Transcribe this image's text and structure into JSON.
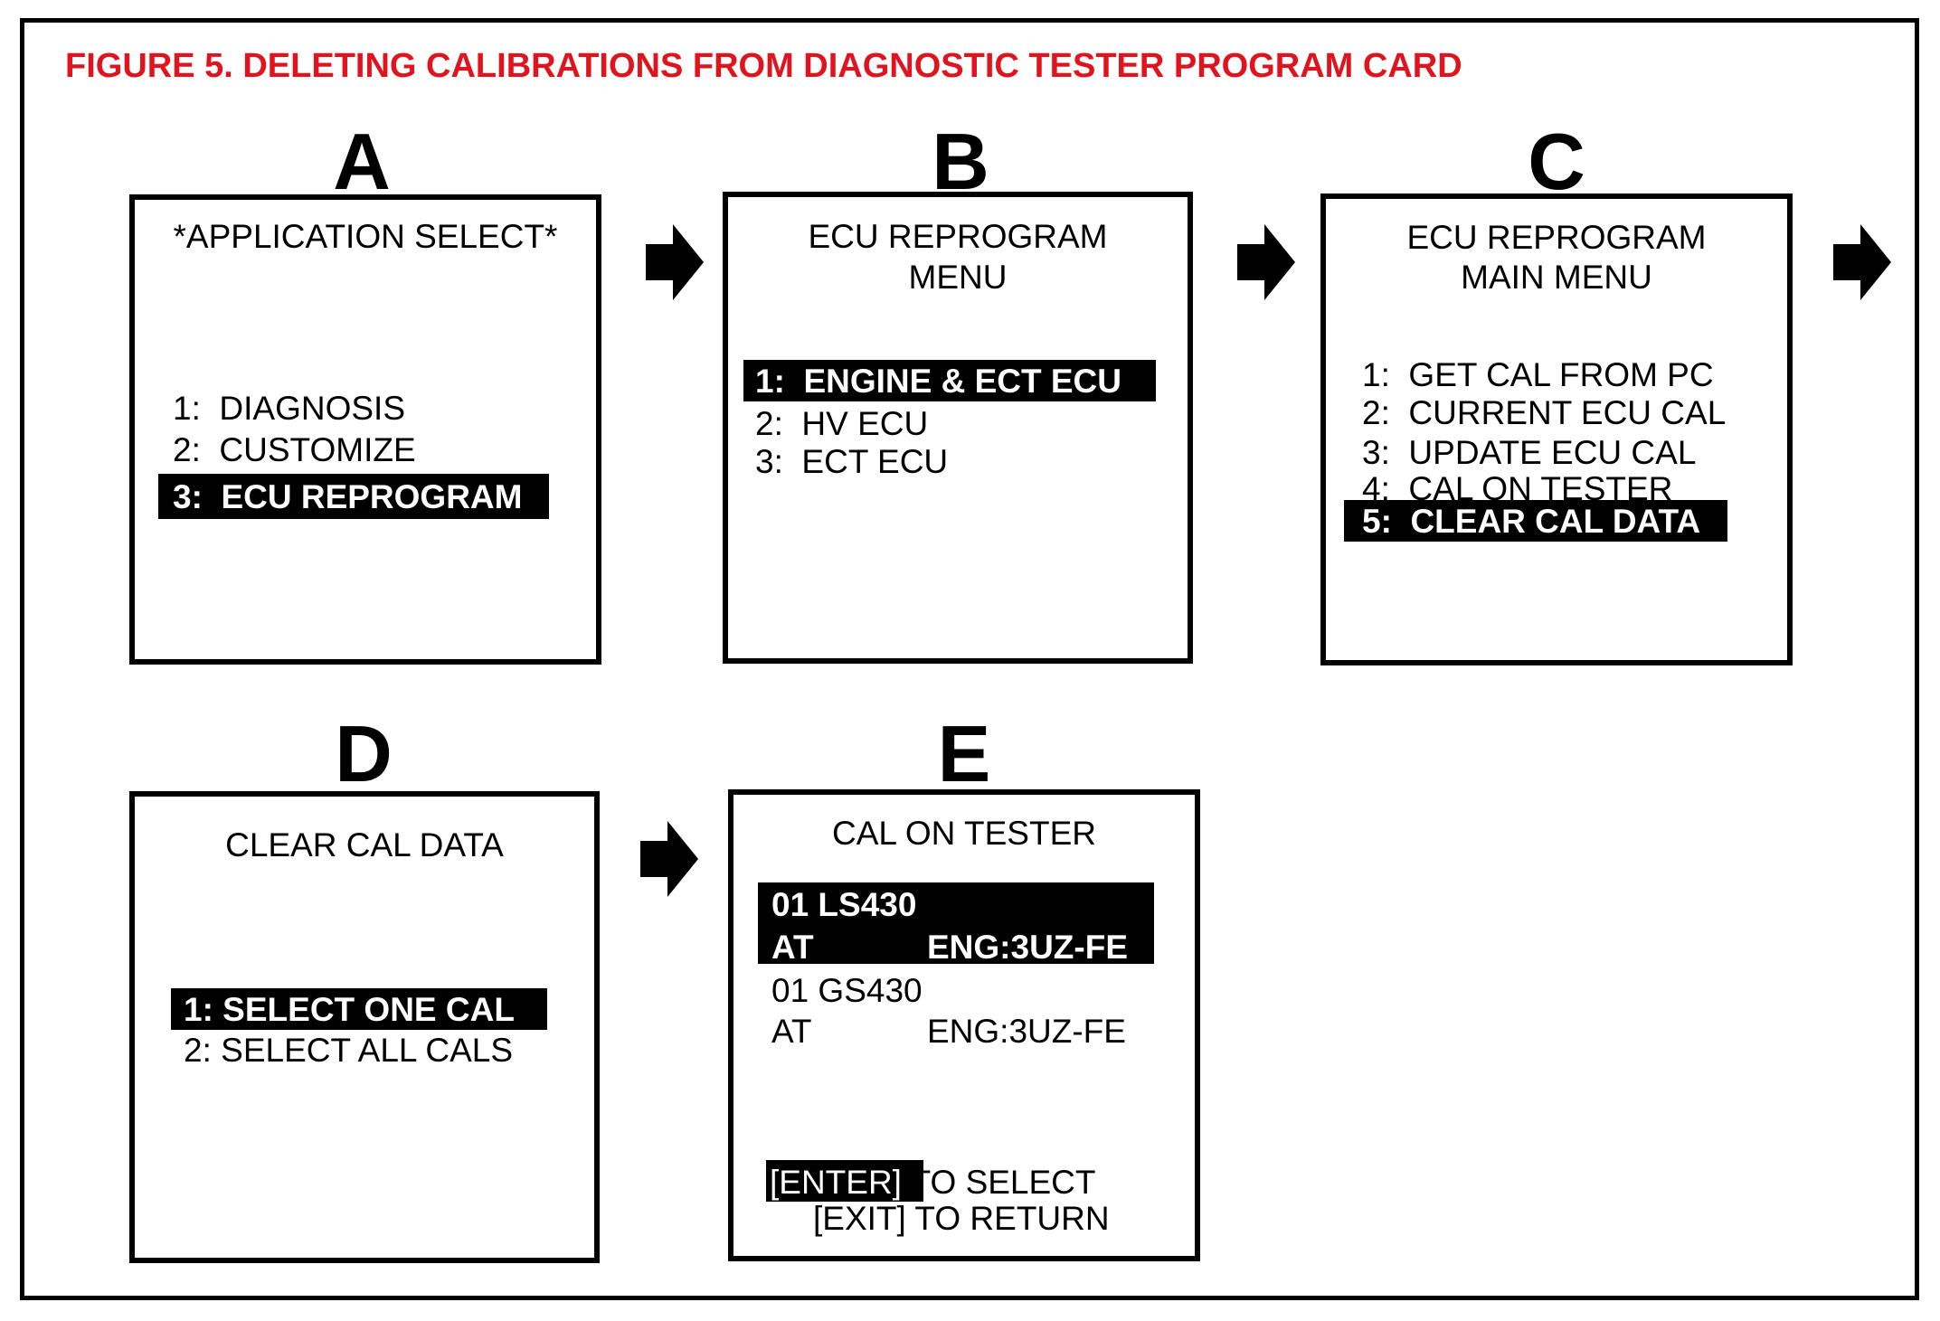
{
  "title": "FIGURE 5.  DELETING CALIBRATIONS FROM DIAGNOSTIC TESTER PROGRAM CARD",
  "colors": {
    "title": "#e0141e",
    "border": "#000000",
    "highlight_bg": "#000000",
    "highlight_text": "#ffffff"
  },
  "arrow_icon": "right-arrow-icon",
  "steps": {
    "a": {
      "letter": "A",
      "header": "*APPLICATION SELECT*",
      "items": [
        "1:  DIAGNOSIS",
        "2:  CUSTOMIZE",
        "3:  ECU REPROGRAM"
      ],
      "selected": "3:  ECU REPROGRAM"
    },
    "b": {
      "letter": "B",
      "header": [
        "ECU REPROGRAM",
        "MENU"
      ],
      "items": [
        "1:  ENGINE & ECT ECU",
        "2:  HV ECU",
        "3:  ECT ECU"
      ],
      "selected": "1:  ENGINE & ECT ECU"
    },
    "c": {
      "letter": "C",
      "header": [
        "ECU REPROGRAM",
        "MAIN MENU"
      ],
      "items": [
        "1:  GET CAL FROM PC",
        "2:  CURRENT ECU CAL",
        "3:  UPDATE ECU CAL",
        "4:  CAL ON TESTER",
        "5:  CLEAR CAL DATA"
      ],
      "selected": "5:  CLEAR CAL DATA"
    },
    "d": {
      "letter": "D",
      "header": "CLEAR CAL DATA",
      "items": [
        "1: SELECT ONE CAL",
        "2: SELECT ALL CALS"
      ],
      "selected": "1: SELECT ONE CAL"
    },
    "e": {
      "letter": "E",
      "header": "CAL ON TESTER",
      "entries": [
        {
          "model": "01 LS430",
          "trans": "AT",
          "engine": "ENG:3UZ-FE",
          "selected": true
        },
        {
          "model": "01 GS430",
          "trans": "AT",
          "engine": "ENG:3UZ-FE",
          "selected": false
        }
      ],
      "enter_key": "[ENTER]",
      "enter_text": " TO SELECT",
      "exit_key": "[EXIT]",
      "exit_text": " TO RETURN"
    }
  }
}
